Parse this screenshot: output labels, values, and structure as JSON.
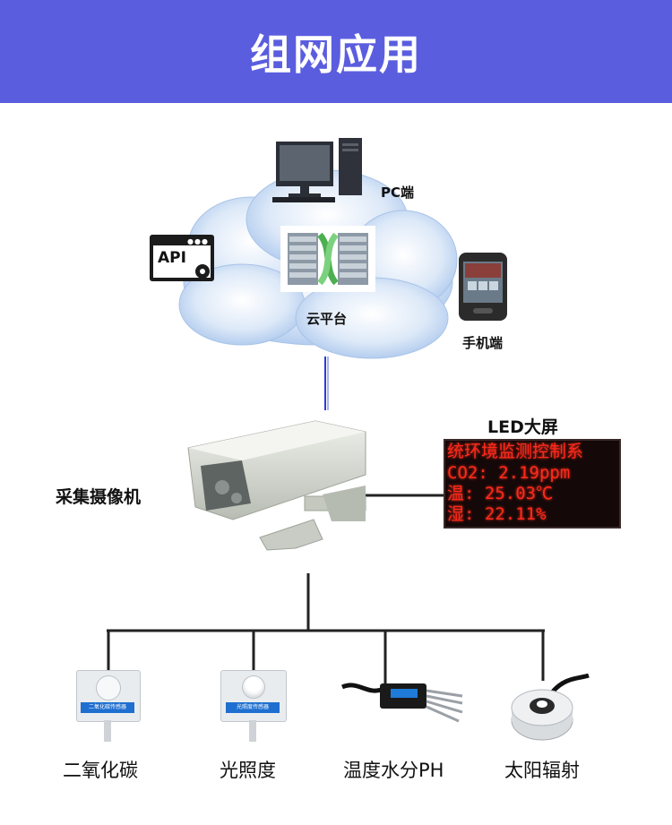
{
  "header": {
    "title": "组网应用",
    "bg_color": "#5b5ddf"
  },
  "cloud": {
    "platform_label": "云平台",
    "pc_label": "PC端",
    "phone_label": "手机端",
    "api_label": "API"
  },
  "camera": {
    "label": "采集摄像机"
  },
  "led": {
    "title": "LED大屏",
    "line1": "统环境监测控制系",
    "line2": "CO2: 2.19ppm",
    "line3": "温: 25.03℃",
    "line4": "湿: 22.11%",
    "text_color": "#ff2a1a"
  },
  "sensors": [
    {
      "label": "二氧化碳",
      "device_text": "二氧化碳传感器"
    },
    {
      "label": "光照度",
      "device_text": "光照度传感器"
    },
    {
      "label": "温度水分PH"
    },
    {
      "label": "太阳辐射"
    }
  ]
}
